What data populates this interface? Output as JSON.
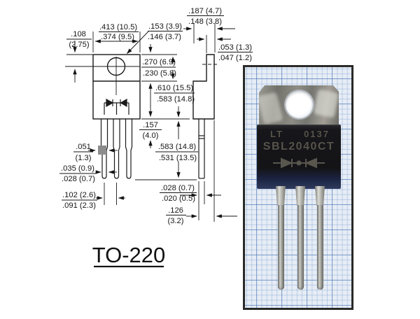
{
  "drawing": {
    "package_label": "TO-220",
    "dims": {
      "d108": {
        "top": ".108",
        "bottom": "(2.75)"
      },
      "d413": {
        "top": ".413 (10.5)",
        "bottom": ".374 (9.5)"
      },
      "d153": {
        "top": ".153 (3.9)",
        "bottom": ".146 (3.7)"
      },
      "d187": {
        "top": ".187 (4.7)",
        "bottom": ".148 (3.8)"
      },
      "d053": {
        "top": ".053 (1.3)",
        "bottom": ".047 (1.2)"
      },
      "d270": {
        "top": ".270 (6.9)",
        "bottom": ".230 (5.8)"
      },
      "d610": {
        "top": ".610 (15.5)",
        "bottom": ".583 (14.8)"
      },
      "d157": {
        "top": ".157",
        "bottom": "(4.0)"
      },
      "d583": {
        "top": ".583 (14.8)",
        "bottom": ".531 (13.5)"
      },
      "d051": {
        "top": ".051",
        "bottom": "(1.3)"
      },
      "d035": {
        "top": ".035 (0.9)",
        "bottom": ".028 (0.7)"
      },
      "d102": {
        "top": ".102 (2.6)",
        "bottom": ".091 (2.3)"
      },
      "d028": {
        "top": ".028 (0.7)",
        "bottom": ".020 (0.5)"
      },
      "d126": {
        "top": ".126",
        "bottom": "(3.2)"
      }
    }
  },
  "photo": {
    "marking_line1_left": "LT",
    "marking_line1_right": "0137",
    "marking_line2": "SBL2040CT",
    "diode_symbol": "dual-diode-common-cathode",
    "colors": {
      "body": "#141417",
      "body_bottom": "#2e3a5e",
      "tab_metal": "#8d8d85",
      "grid_line": "#4673b4",
      "paper": "#e7edf5"
    }
  }
}
